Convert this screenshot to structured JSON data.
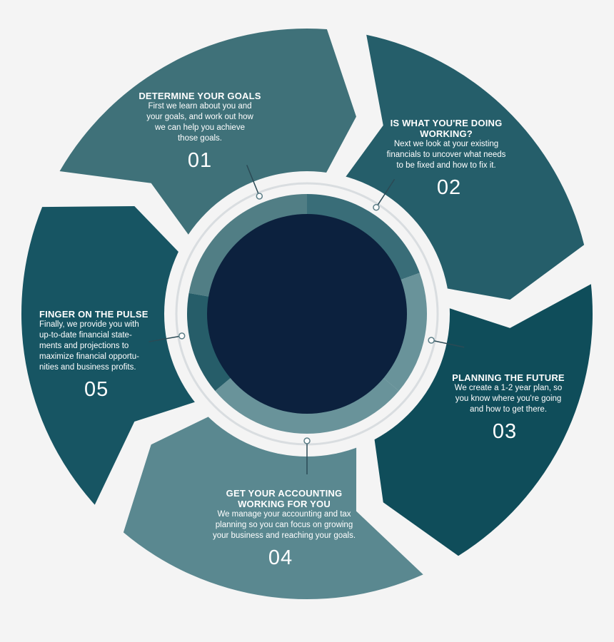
{
  "colors": {
    "background": "#f4f4f4",
    "seg1": "#3f7179",
    "seg2": "#255e6a",
    "seg3": "#0f4d5a",
    "seg4": "#5a8890",
    "seg5": "#175563",
    "center": "#0c213e",
    "ring": "#ffffff"
  },
  "steps": [
    {
      "title": "DETERMINE YOUR GOALS",
      "description": "First we learn about you and\nyour goals, and work out how\nwe can help you achieve\nthose goals.",
      "number": "01"
    },
    {
      "title": "IS WHAT YOU'RE DOING\nWORKING?",
      "description": "Next we look at your existing\nfinancials to uncover what needs\nto be fixed and how to fix it.",
      "number": "02"
    },
    {
      "title": "PLANNING THE FUTURE",
      "description": "We create a 1-2 year plan, so\nyou know where you're going\nand how to get there.",
      "number": "03"
    },
    {
      "title": "GET YOUR ACCOUNTING\nWORKING FOR YOU",
      "description": "We manage your accounting and tax\nplanning so you can focus on growing\nyour business and reaching your goals.",
      "number": "04"
    },
    {
      "title": "FINGER ON THE PULSE",
      "description": "Finally, we provide you with\nup-to-date financial state-\nments and projections to\nmaximize financial opportu-\nnities and business profits.",
      "number": "05"
    }
  ]
}
